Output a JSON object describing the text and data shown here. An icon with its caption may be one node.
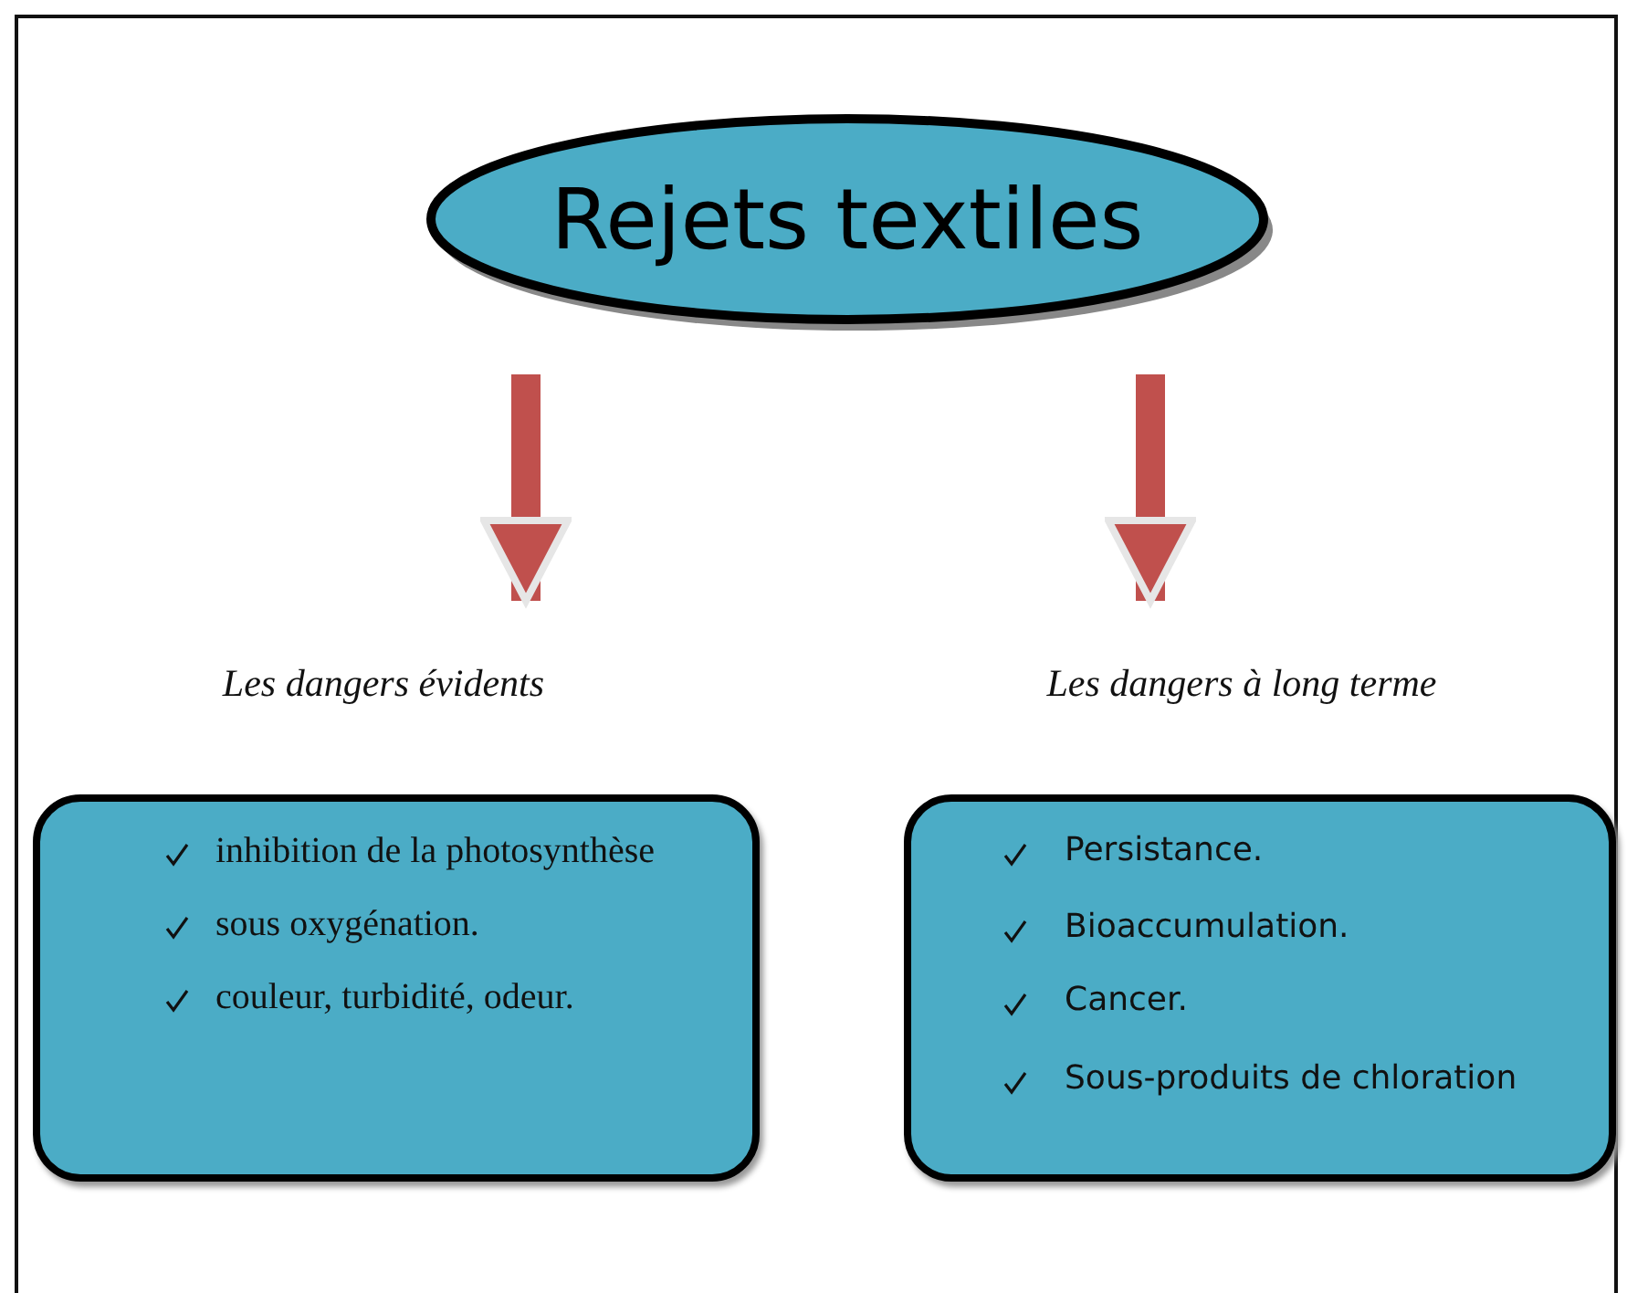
{
  "diagram": {
    "nodes": [
      {
        "text": [
          "Rejets textiles"
        ]
      },
      {
        "text": [
          "Les dangers évidents"
        ]
      },
      {
        "text": [
          "Les dangers à long terme"
        ]
      },
      {
        "text": [
          "inhibition de la photosynthèse",
          "sous oxygénation.",
          "couleur, turbidité, odeur."
        ]
      },
      {
        "text": [
          "Persistance.",
          "Bioaccumulation.",
          "Cancer.",
          "Sous-produits de chloration"
        ]
      }
    ],
    "edges": [
      {
        "from": 0,
        "to": 1,
        "arrow": "to"
      },
      {
        "from": 0,
        "to": 2,
        "arrow": "to"
      }
    ]
  }
}
